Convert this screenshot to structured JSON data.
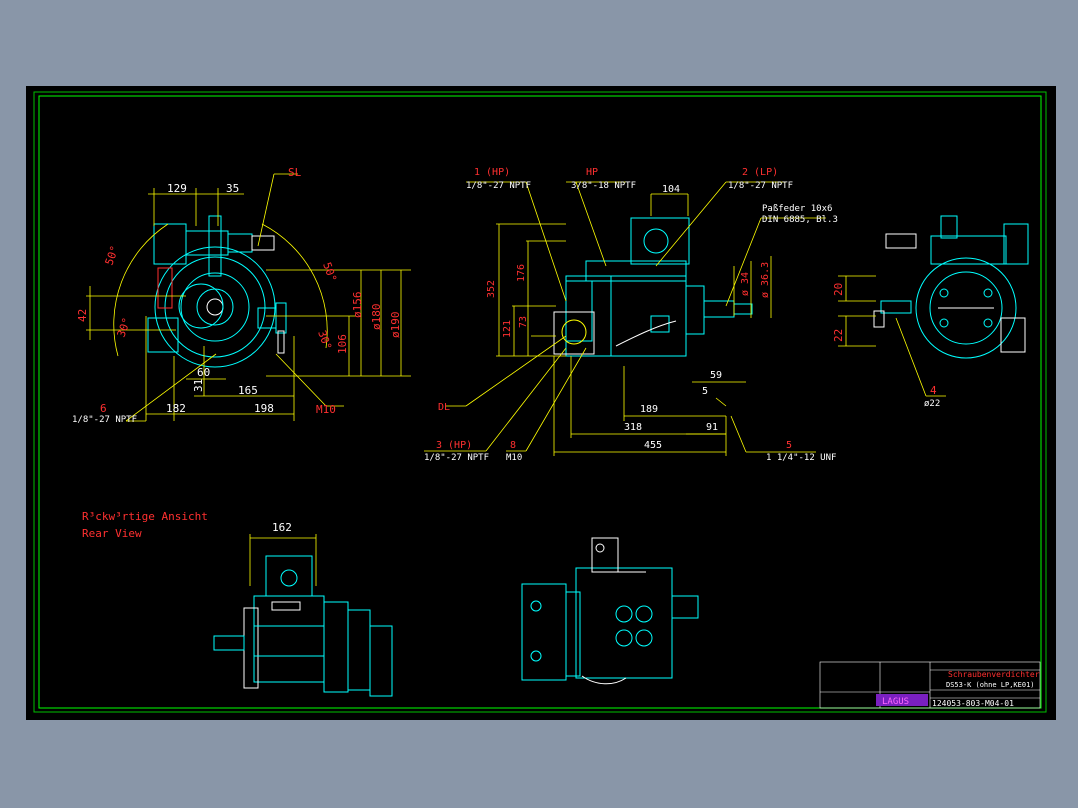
{
  "colors": {
    "background": "#8996a8",
    "sheet": "#000000",
    "frame": "#00ff00",
    "part_outline": "#00ffff",
    "dimension": "#ffff00",
    "text": "#ffffff",
    "note": "#ff3030",
    "logo": "#ff00ff"
  },
  "left_view": {
    "dims": {
      "d129": "129",
      "d35": "35",
      "sl": "SL",
      "a50": "50°",
      "a30l": "30°",
      "d42": "42",
      "d158": "ø156",
      "d180": "ø180",
      "d190": "ø190",
      "d106": "106",
      "a30r": "30°",
      "a50r": "50°",
      "d60": "60",
      "d165": "165",
      "d31": "31",
      "d182": "182",
      "d198": "198",
      "m10": "M10"
    },
    "callout_num": "6",
    "callout_thread": "1/8\"-27 NPTF"
  },
  "side_view": {
    "hp1_num": "1 (HP)",
    "hp1_thread": "1/8\"-27 NPTF",
    "hp_label": "HP",
    "hp_thread": "3/8\"-18 NPTF",
    "lp2_num": "2 (LP)",
    "lp2_thread": "1/8\"-27 NPTF",
    "d104": "104",
    "key_l1": "Paßfeder 10x6",
    "key_l2": "DIN 6885, Bl.3",
    "d352": "352",
    "d176": "176",
    "d121": "121",
    "d73": "73",
    "d34": "ø 34",
    "d363": "ø 36.3",
    "d59": "59",
    "d189": "189",
    "d318": "318",
    "d91": "91",
    "d455": "455",
    "d5": "5",
    "dl": "DL",
    "hp3_num": "3 (HP)",
    "hp3_thread": "1/8\"-27 NPTF",
    "n8": "8",
    "n8_thread": "M10",
    "n5": "5",
    "n5_thread": "1 1/4\"-12 UNF"
  },
  "right_view": {
    "d20": "20",
    "d22": "22",
    "n4": "4",
    "n4_dia": "ø22"
  },
  "rear_note": {
    "line1": "R³ckw³rtige Ansicht",
    "line2": "Rear View"
  },
  "rear_view": {
    "d162": "162"
  },
  "title_block": {
    "title": "Schraubenverdichter",
    "subtitle": "DS53-K (ohne LP,KE01)",
    "number": "124053-803-M04-01",
    "logo": "LAGUS"
  }
}
